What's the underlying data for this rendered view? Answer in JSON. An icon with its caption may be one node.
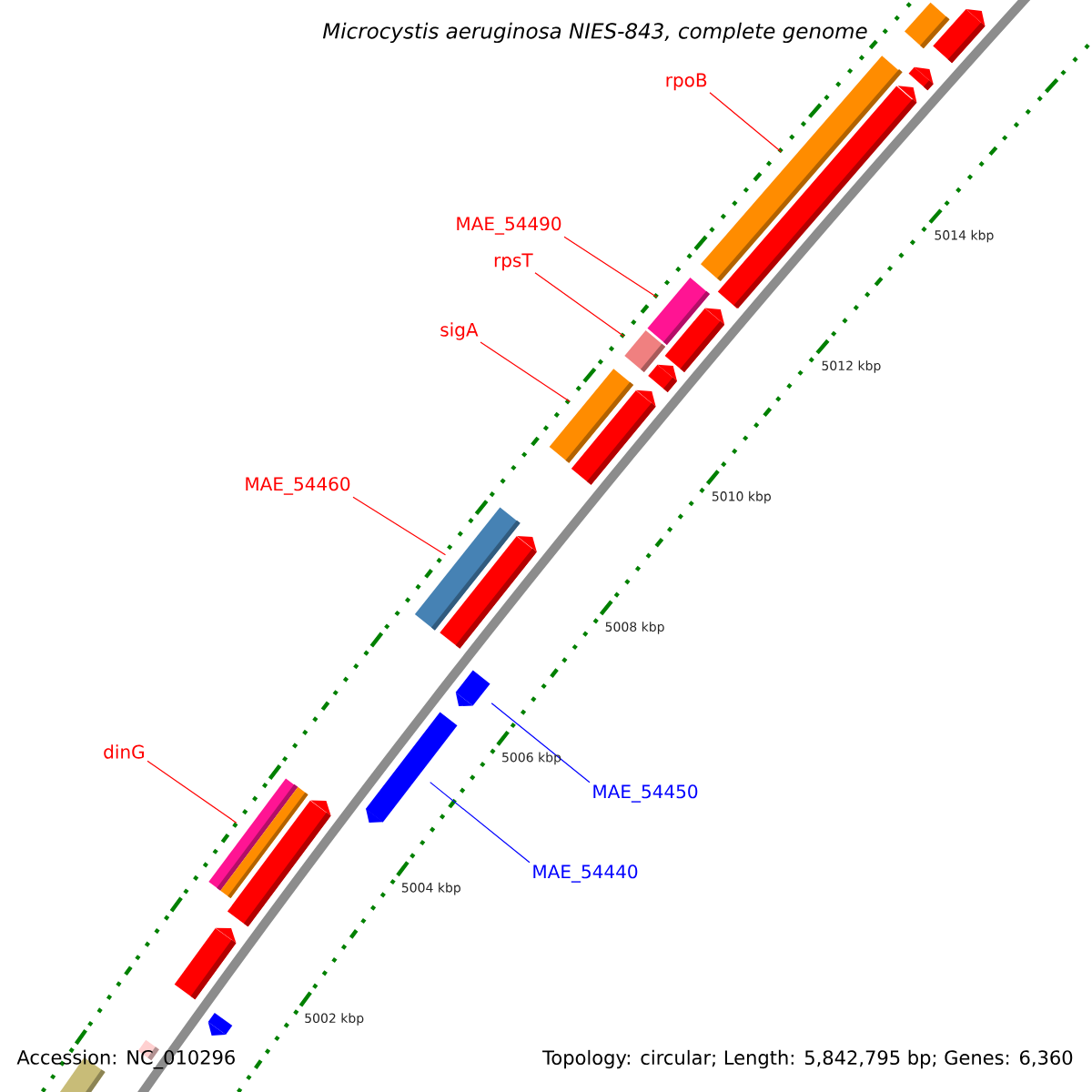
{
  "diagram": {
    "title": "Microcystis aeruginosa NIES-843, complete genome",
    "nodes": [
      {
        "text": [
          "rpoB"
        ]
      },
      {
        "text": [],
        "shape": "bar"
      },
      {
        "text": [
          "MAE_54490"
        ]
      },
      {
        "text": [],
        "shape": "bar"
      },
      {
        "text": [
          "rpsT"
        ]
      },
      {
        "text": [],
        "shape": "bar"
      },
      {
        "text": [
          "sigA"
        ]
      },
      {
        "text": [],
        "shape": "bar"
      },
      {
        "text": [
          "MAE_54460"
        ]
      },
      {
        "text": [],
        "shape": "bar"
      },
      {
        "text": [
          "dinG"
        ]
      },
      {
        "text": [],
        "shape": "bar"
      },
      {
        "text": [
          "MAE_54450"
        ]
      },
      {
        "text": [],
        "shape": "arrow"
      },
      {
        "text": [
          "MAE_54440"
        ]
      },
      {
        "text": [],
        "shape": "arrow"
      },
      {
        "text": [],
        "shape": "bar"
      },
      {
        "text": [],
        "shape": "arrow"
      },
      {
        "text": [],
        "shape": "arrow"
      },
      {
        "text": [],
        "shape": "arrow"
      },
      {
        "text": [],
        "shape": "arrow"
      },
      {
        "text": [],
        "shape": "arrow"
      },
      {
        "text": [],
        "shape": "arrow"
      },
      {
        "text": [],
        "shape": "arrow"
      },
      {
        "text": [],
        "shape": "arrow"
      },
      {
        "text": [],
        "shape": "arrow"
      },
      {
        "text": [],
        "shape": "arrow"
      },
      {
        "text": [],
        "shape": "bar"
      },
      {
        "text": [],
        "shape": "bar"
      }
    ],
    "edges": [
      {
        "from": 0,
        "to": 1,
        "arrow": "none"
      },
      {
        "from": 2,
        "to": 3,
        "arrow": "none"
      },
      {
        "from": 4,
        "to": 5,
        "arrow": "none"
      },
      {
        "from": 6,
        "to": 7,
        "arrow": "none"
      },
      {
        "from": 8,
        "to": 9,
        "arrow": "none"
      },
      {
        "from": 10,
        "to": 11,
        "arrow": "none"
      },
      {
        "from": 12,
        "to": 13,
        "arrow": "none",
        "color": "#0000ff"
      },
      {
        "from": 14,
        "to": 15,
        "arrow": "none",
        "color": "#0000ff"
      }
    ],
    "labels": [
      "5014 kbp",
      "5012 kbp",
      "5010 kbp",
      "5008 kbp",
      "5006 kbp",
      "5004 kbp",
      "5002 kbp",
      "Accession: NC_010296",
      "Topology: circular; Length: 5,842,795 bp; Genes: 6,360"
    ]
  }
}
